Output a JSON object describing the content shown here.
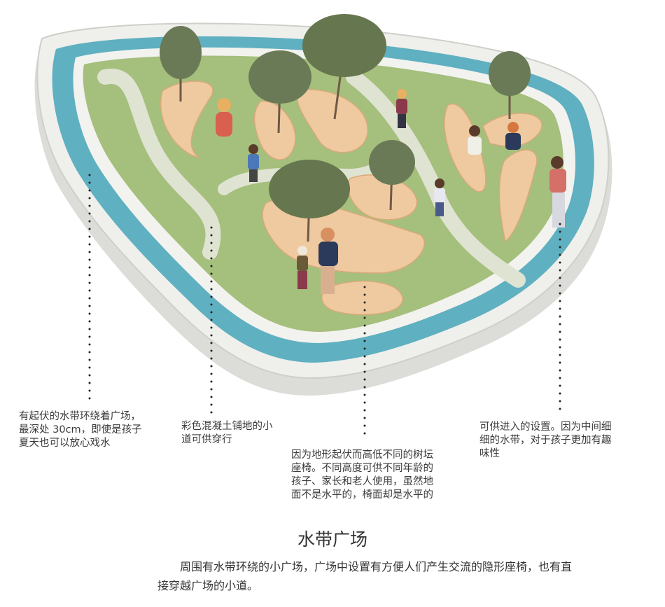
{
  "annotations": [
    {
      "text": "有起伏的水带环绕着广场，\n最深处 30cm，即使是孩子\n夏天也可以放心戏水"
    },
    {
      "text": "彩色混凝土铺地的小\n道可供穿行"
    },
    {
      "text": "因为地形起伏而高低不同的树坛\n座椅。不同高度可供不同年龄的\n孩子、家长和老人使用，虽然地\n面不是水平的，椅面却是水平的"
    },
    {
      "text": "可供进入的设置。因为中间细\n细的水带，对于孩子更加有趣\n味性"
    }
  ],
  "title": "水带广场",
  "description": "周围有水带环绕的小广场，广场中设置有方便人们产生交流的隐形座椅，也有直接穿越广场的小道。",
  "colors": {
    "water": "#5fb0c0",
    "concrete": "#e9e9e6",
    "grass": "#a5bf7c",
    "bench": "#efc9a0",
    "tree": "#6b7a56",
    "path": "#dfe3d2"
  }
}
